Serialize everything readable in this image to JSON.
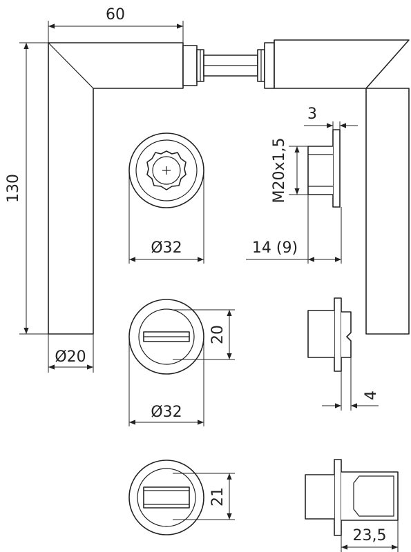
{
  "colors": {
    "line": "#222222",
    "background": "#ffffff"
  },
  "dimensions": {
    "handle_projection": "60",
    "handle_length": "130",
    "rose_diameter_top": "Ø32",
    "escutcheon_diameter_middle": "Ø32",
    "lever_diameter": "Ø20",
    "thread": "M20x1,5",
    "flange_thickness": "3",
    "spindle_depth": "14 (9)",
    "knob_width": "20",
    "slot_depth": "4",
    "turn_width": "21",
    "turn_depth": "23,5"
  }
}
